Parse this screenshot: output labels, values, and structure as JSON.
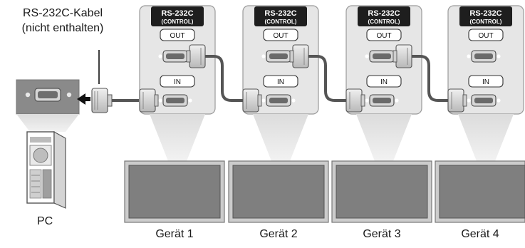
{
  "cable": {
    "label_line1": "RS-232C-Kabel",
    "label_line2": "(nicht enthalten)"
  },
  "pc": {
    "label": "PC"
  },
  "port": {
    "title": "RS-232C",
    "subtitle": "(CONTROL)",
    "out_label": "OUT",
    "in_label": "IN"
  },
  "devices": [
    {
      "name": "Gerät 1"
    },
    {
      "name": "Gerät 2"
    },
    {
      "name": "Gerät 3"
    },
    {
      "name": "Gerät 4"
    }
  ],
  "colors": {
    "panel": "#e6e6e6",
    "badge": "#1e1e1e",
    "cable": "#5a5a5a",
    "screen": "#7f7f7f",
    "monitor_frame": "#cccccc",
    "pc_panel": "#8a8a8a"
  }
}
